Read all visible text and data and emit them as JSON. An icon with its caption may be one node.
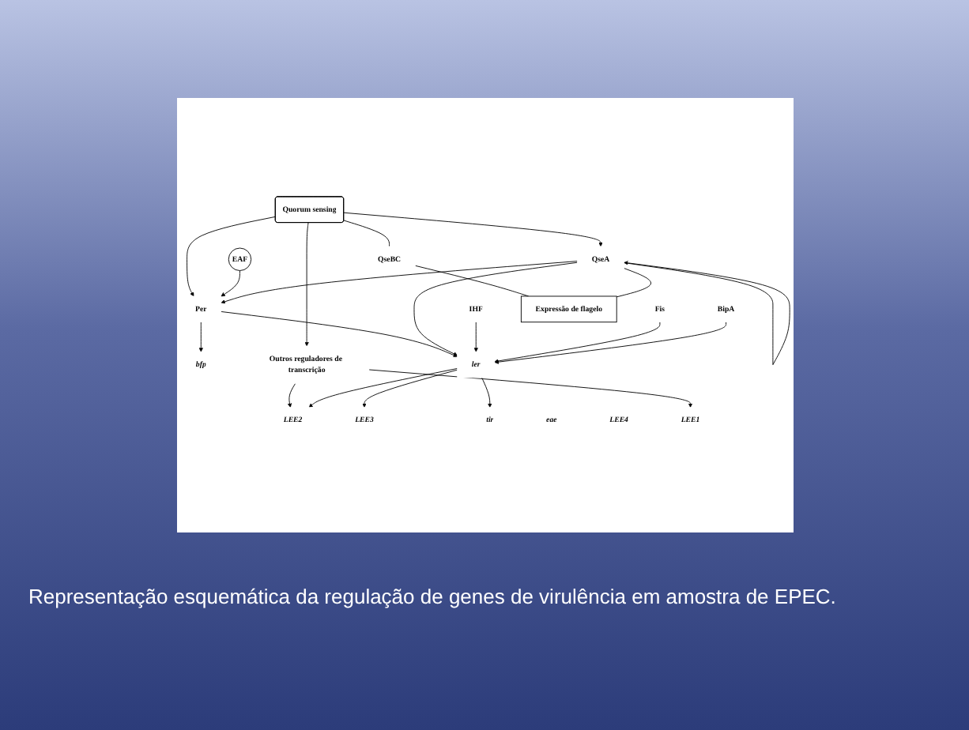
{
  "diagram": {
    "caption": "Representação esquemática da regulação de genes de virulência em amostra de EPEC.",
    "nodes": [
      {
        "text": [
          "Quorum sensing"
        ]
      },
      {
        "text": [
          "Per"
        ]
      },
      {
        "text": [
          "EAF"
        ]
      },
      {
        "text": [
          "bfp"
        ]
      },
      {
        "text": [
          "QseA"
        ]
      },
      {
        "text": [
          "QseBC"
        ]
      },
      {
        "text": [
          "Expressão de flagelo"
        ]
      },
      {
        "text": [
          "Outros reguladores de transcrição"
        ]
      },
      {
        "text": [
          "IHF"
        ]
      },
      {
        "text": [
          "Fis"
        ]
      },
      {
        "text": [
          "ler"
        ]
      },
      {
        "text": [
          "BipA"
        ]
      },
      {
        "text": [
          "LEE1"
        ]
      },
      {
        "text": [
          "LEE2"
        ]
      },
      {
        "text": [
          "LEE3"
        ]
      },
      {
        "text": [
          "tir"
        ]
      },
      {
        "text": [
          "eae"
        ]
      },
      {
        "text": [
          "LEE4"
        ]
      }
    ],
    "edges": [
      {
        "from": 0,
        "to": 1,
        "arrow": "to"
      },
      {
        "from": 1,
        "to": 3,
        "arrow": "to"
      },
      {
        "from": 2,
        "to": 1,
        "arrow": "to"
      },
      {
        "from": 0,
        "to": 4,
        "arrow": "to"
      },
      {
        "from": 0,
        "to": 7,
        "arrow": "to"
      },
      {
        "from": 0,
        "to": 5,
        "arrow": "none"
      },
      {
        "from": 5,
        "to": 6,
        "arrow": "none"
      },
      {
        "from": 4,
        "to": 6,
        "arrow": "none"
      },
      {
        "from": 4,
        "to": 1,
        "arrow": "to"
      },
      {
        "from": 4,
        "to": 4,
        "arrow": "to"
      },
      {
        "from": 1,
        "to": 10,
        "arrow": "to"
      },
      {
        "from": 4,
        "to": 10,
        "arrow": "to"
      },
      {
        "from": 8,
        "to": 10,
        "arrow": "to"
      },
      {
        "from": 9,
        "to": 10,
        "arrow": "to"
      },
      {
        "from": 11,
        "to": 10,
        "arrow": "to"
      },
      {
        "from": 7,
        "to": 12,
        "arrow": "to"
      },
      {
        "from": 7,
        "to": 13,
        "arrow": "to"
      },
      {
        "from": 10,
        "to": 13,
        "arrow": "to"
      },
      {
        "from": 10,
        "to": 14,
        "arrow": "to"
      },
      {
        "from": 10,
        "to": 15,
        "arrow": "to"
      }
    ]
  }
}
